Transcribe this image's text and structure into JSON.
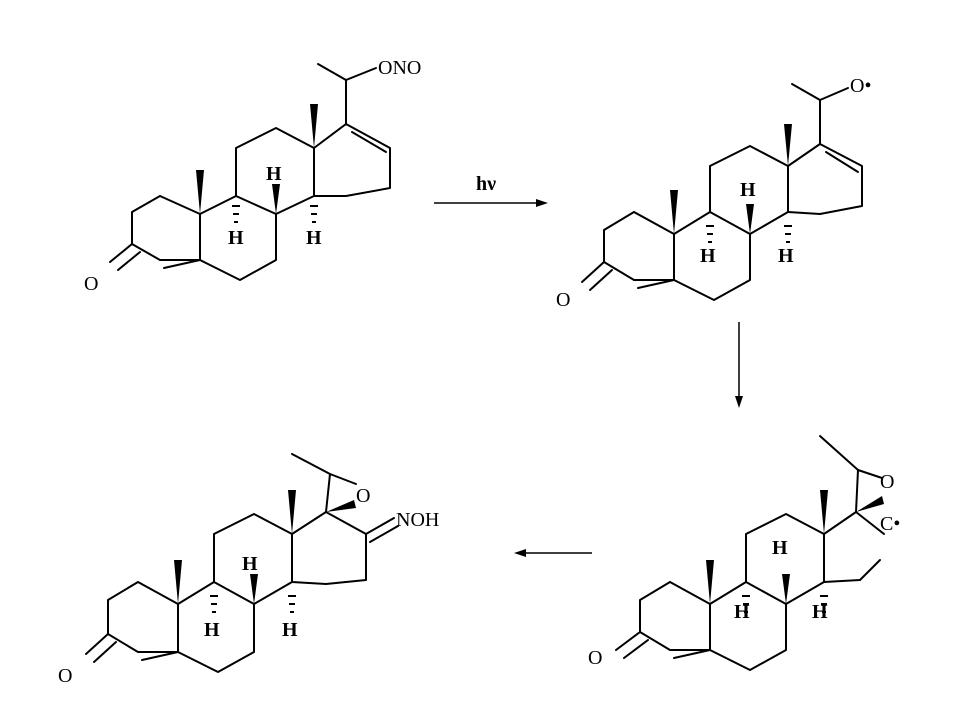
{
  "reaction_arrow_1": {
    "label": "hν"
  },
  "molecule_1": {
    "side_chain_label": "ONO",
    "ketone_label": "O",
    "h_label": "H"
  },
  "molecule_2": {
    "side_chain_label": "O•",
    "ketone_label": "O",
    "h_label": "H"
  },
  "molecule_3": {
    "epoxide_label": "O",
    "radical_label": "C•",
    "ketone_label": "O",
    "h_label": "H"
  },
  "molecule_4": {
    "epoxide_label": "O",
    "oxime_label": "NOH",
    "ketone_label": "O",
    "h_label": "H"
  }
}
